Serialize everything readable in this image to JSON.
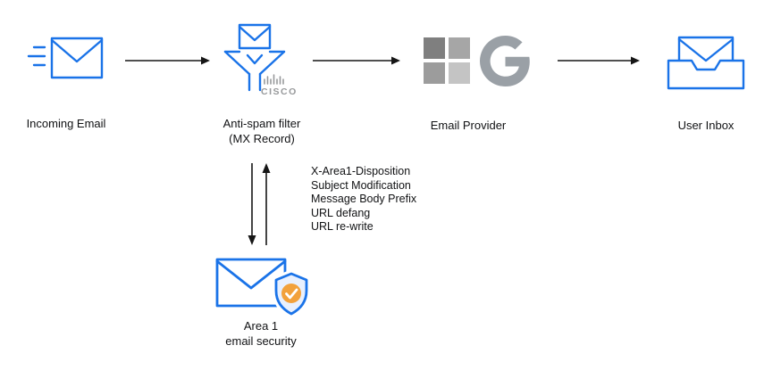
{
  "nodes": {
    "incoming_email": {
      "label": "Incoming Email"
    },
    "antispam_filter": {
      "label": "Anti-spam filter",
      "sublabel": "(MX Record)",
      "brand": "CISCO"
    },
    "email_provider": {
      "label": "Email Provider"
    },
    "user_inbox": {
      "label": "User Inbox"
    },
    "area1_security": {
      "label": "Area 1",
      "sublabel": "email security"
    }
  },
  "annotations": {
    "header_modifications": [
      "X-Area1-Disposition",
      "Subject Modification",
      "Message Body Prefix",
      "URL defang",
      "URL re-write"
    ]
  },
  "colors": {
    "envelope_blue": "#1A73E8",
    "logo_gray": "#9AA0A6",
    "cisco_gray": "#97999B",
    "shield_fill": "#E8F0FE",
    "check_orange": "#F2A13B",
    "arrow_dark": "#161616",
    "text_dark": "#111214",
    "ms_tl": "#7F7F7F",
    "ms_tr": "#A6A6A6",
    "ms_bl": "#9C9C9C",
    "ms_br": "#C4C4C4"
  }
}
